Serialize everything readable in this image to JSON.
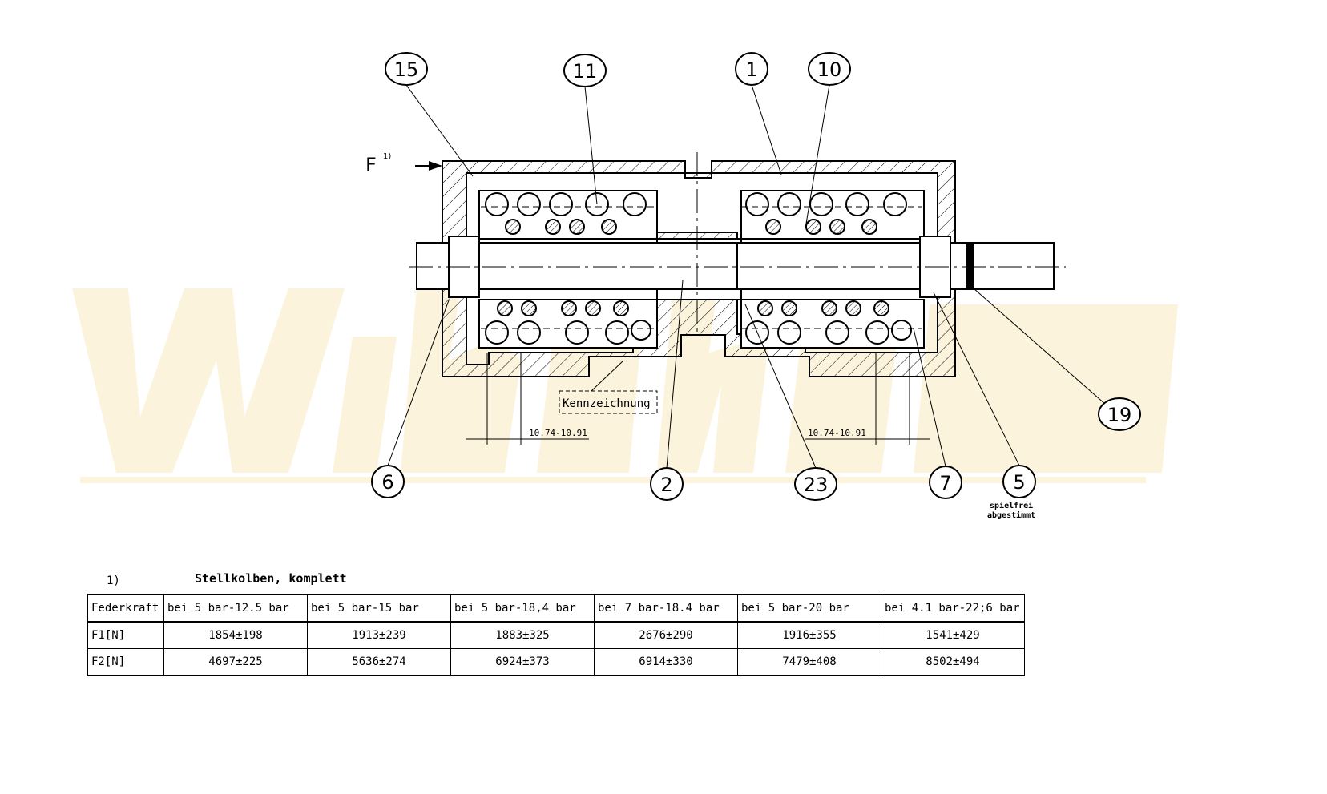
{
  "drawing": {
    "force_label": "F",
    "force_footnote": "1)",
    "marking_label": "Kennzeichnung",
    "dimension_left": "10.74-10.91",
    "dimension_right": "10.74-10.91",
    "adjust_note_line1": "spielfrei",
    "adjust_note_line2": "abgestimmt",
    "watermark": "Wibahou",
    "balloons": [
      "15",
      "11",
      "1",
      "10",
      "6",
      "2",
      "23",
      "7",
      "5",
      "19"
    ]
  },
  "table": {
    "footnote": "1)",
    "title": "Stellkolben, komplett",
    "header": [
      "Federkraft",
      "bei 5 bar-12.5 bar",
      "bei 5 bar-15 bar",
      "bei 5 bar-18,4 bar",
      "bei 7 bar-18.4 bar",
      "bei 5 bar-20 bar",
      "bei 4.1 bar-22;6 bar"
    ],
    "rows": [
      {
        "label": "F1[N]",
        "values": [
          "1854±198",
          "1913±239",
          "1883±325",
          "2676±290",
          "1916±355",
          "1541±429"
        ]
      },
      {
        "label": "F2[N]",
        "values": [
          "4697±225",
          "5636±274",
          "6924±373",
          "6914±330",
          "7479±408",
          "8502±494"
        ]
      }
    ]
  }
}
